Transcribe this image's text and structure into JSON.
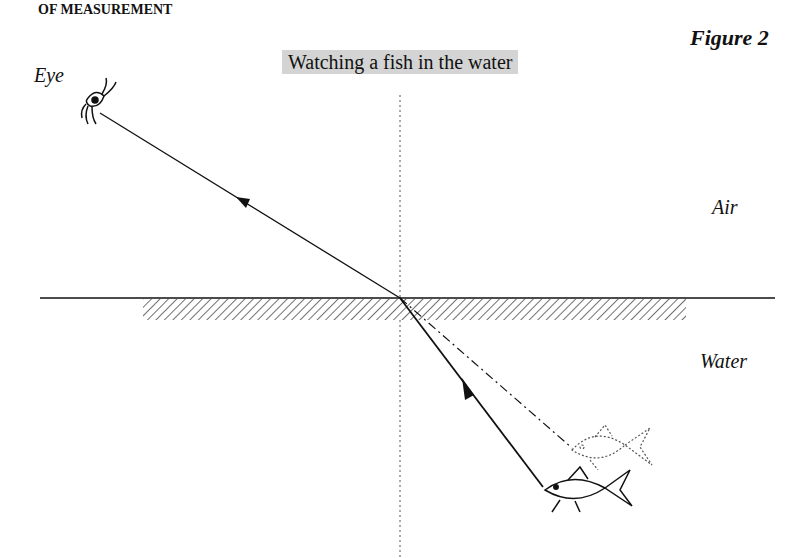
{
  "diagram": {
    "title": "Watching a fish in the water",
    "labels": [
      "OF MEASUREMENT",
      "Figure 2",
      "Eye",
      "Air",
      "Water"
    ]
  }
}
